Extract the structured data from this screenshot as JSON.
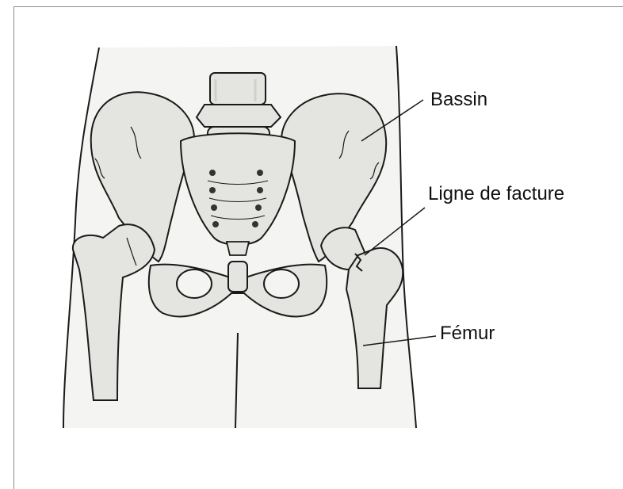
{
  "labels": {
    "bassin": "Bassin",
    "fracture_line": "Ligne de facture",
    "femur": "Fémur"
  },
  "colors": {
    "body_fill": "#f4f4f3",
    "bone_fill": "#e4e4e1",
    "bone_shade": "#cfcfcb",
    "outline": "#1a1a1a"
  }
}
